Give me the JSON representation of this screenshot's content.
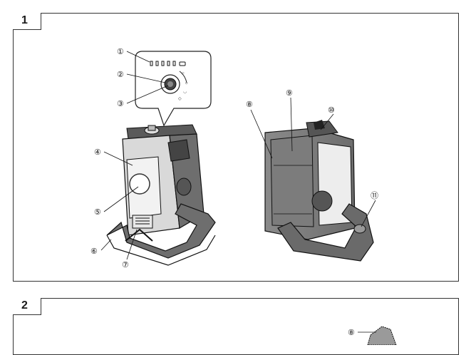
{
  "figures": [
    {
      "label": "1"
    },
    {
      "label": "2"
    }
  ],
  "callouts": [
    "①",
    "②",
    "③",
    "④",
    "⑤",
    "⑥",
    "⑦",
    "⑧",
    "⑨",
    "⑩",
    "⑪"
  ],
  "figure2_callouts": [
    "⑧"
  ]
}
